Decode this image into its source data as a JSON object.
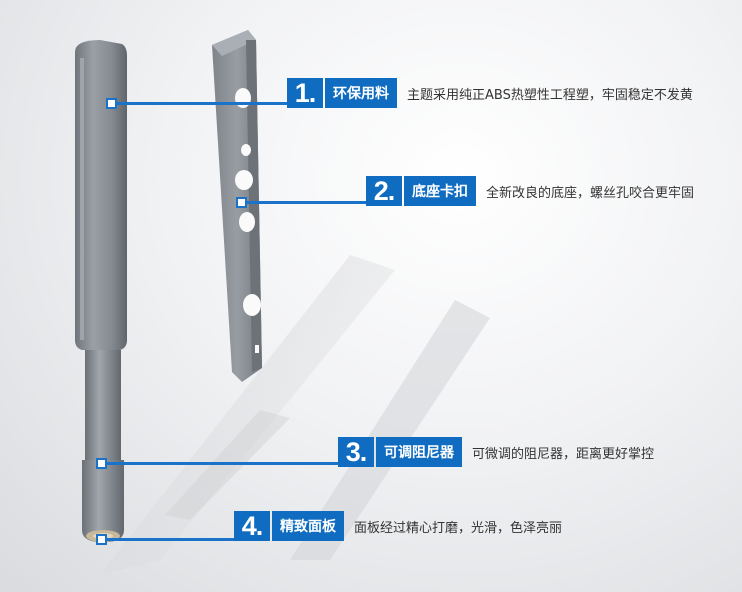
{
  "features": [
    {
      "number": "1.",
      "label": "环保用料",
      "description": "主题采用纯正ABS热塑性工程塑，牢固稳定不发黄"
    },
    {
      "number": "2.",
      "label": "底座卡扣",
      "description": "全新改良的底座，螺丝孔咬合更牢固"
    },
    {
      "number": "3.",
      "label": "可调阻尼器",
      "description": "可微调的阻尼器，距离更好掌控"
    },
    {
      "number": "4.",
      "label": "精致面板",
      "description": "面板经过精心打磨，光滑，色泽亮丽"
    }
  ],
  "colors": {
    "accent": "#0f6cc0",
    "product_gray": "#8a9096",
    "background": "#eeeff1"
  }
}
